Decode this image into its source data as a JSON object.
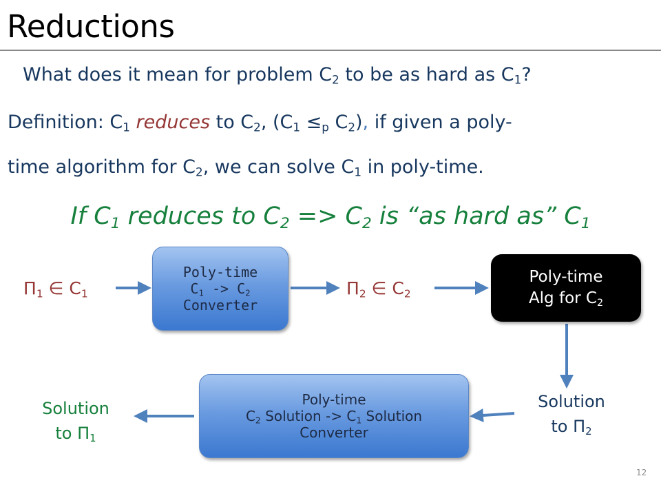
{
  "slide": {
    "title": "Reductions",
    "number": "12"
  },
  "question": {
    "pre": "What does it mean for problem C",
    "sub1": "2",
    "mid": " to be as hard as C",
    "sub2": "1",
    "post": "?"
  },
  "definition": {
    "label": "Definition: C",
    "s1": "1",
    "reduces": "reduces",
    "to": " to C",
    "s2": "2",
    "comma1": ", ",
    "paren_open": "(C",
    "s3": "1",
    "leq": " ≤",
    "p": "p",
    "c2": " C",
    "s4": "2",
    "paren_close": ")",
    "comma2": ",",
    "rest": " if given a poly-",
    "line2_pre": "time algorithm for C",
    "s5": "2",
    "line2_mid": ", we can solve C",
    "s6": "1",
    "line2_post": " in poly-time."
  },
  "hardness": {
    "pre": "If C",
    "s1": "1",
    "mid1": " reduces to C",
    "s2": "2",
    "mid2": " => C",
    "s3": "2",
    "mid3": " is “as hard as” C",
    "s4": "1"
  },
  "diagram": {
    "input_label": {
      "pre": "Π",
      "s1": "1",
      "mid": " ∈ C",
      "s2": "1"
    },
    "converter": {
      "line1": "Poly-time",
      "line2_pre": "C",
      "s1": "1",
      "line2_mid": " -> C",
      "s2": "2",
      "line3": "Converter"
    },
    "middle_label": {
      "pre": "Π",
      "s1": "2",
      "mid": " ∈ C",
      "s2": "2"
    },
    "algorithm": {
      "line1": "Poly-time",
      "line2_pre": "Alg for C",
      "s1": "2"
    },
    "solution_pi2": {
      "line1": "Solution",
      "line2_pre": "to Π",
      "s1": "2"
    },
    "solution_converter": {
      "line1": "Poly-time",
      "line2_pre": "C",
      "s1": "2",
      "line2_mid": " Solution -> C",
      "s2": "1",
      "line2_post": " Solution",
      "line3": "Converter"
    },
    "solution_pi1": {
      "line1": "Solution",
      "line2_pre": "to Π",
      "s1": "1"
    }
  },
  "colors": {
    "body_text": "#17375e",
    "emphasis_red": "#953735",
    "green": "#16803c",
    "arrow_blue": "#4f81bd",
    "box_gradient_top": "#a3c4f0",
    "box_gradient_bottom": "#3b78d0",
    "algorithm_box": "#000000"
  },
  "icons": [
    "arrow-right-icon",
    "arrow-down-icon",
    "arrow-left-icon"
  ]
}
